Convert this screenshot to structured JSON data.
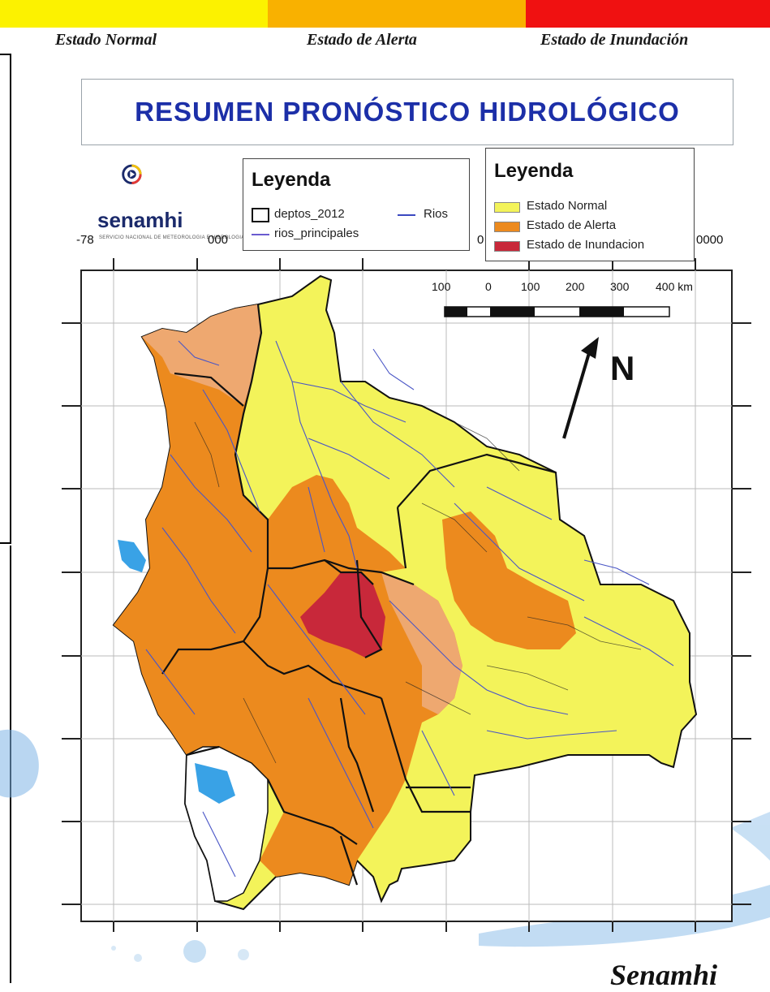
{
  "status_bar": {
    "normal": "Estado Normal",
    "alerta": "Estado de Alerta",
    "inundacion": "Estado de Inundación",
    "colors": {
      "normal": "#fcf200",
      "alerta": "#f9b100",
      "inundacion": "#f01111"
    }
  },
  "title": "RESUMEN PRONÓSTICO HIDROLÓGICO",
  "logo": {
    "name": "senamhi",
    "icon": "senamhi-logo-icon",
    "subtitle": "SERVICIO NACIONAL DE METEOROLOGIA E HIDROLOGIA"
  },
  "legend_layers": {
    "title": "Leyenda",
    "items": [
      {
        "label": "deptos_2012",
        "symbol": "black-outline-box"
      },
      {
        "label": "Rios",
        "symbol": "blue-line"
      },
      {
        "label": "rios_principales",
        "symbol": "purple-line"
      }
    ]
  },
  "legend_states": {
    "title": "Leyenda",
    "items": [
      {
        "label": "Estado Normal",
        "color": "#f3f35a"
      },
      {
        "label": "Estado de Alerta",
        "color": "#ec8a1e"
      },
      {
        "label": "Estado de Inundacion",
        "color": "#c8283a"
      }
    ]
  },
  "coordinates": {
    "left": "-78",
    "mid_a": "000",
    "mid_b": "0",
    "right": "0000"
  },
  "scale_bar": {
    "labels": [
      "100",
      "0",
      "100",
      "200",
      "300",
      "400 km"
    ]
  },
  "north_arrow": {
    "label": "N",
    "icon": "north-arrow-icon"
  },
  "footer": {
    "brand": "Senamhi"
  }
}
